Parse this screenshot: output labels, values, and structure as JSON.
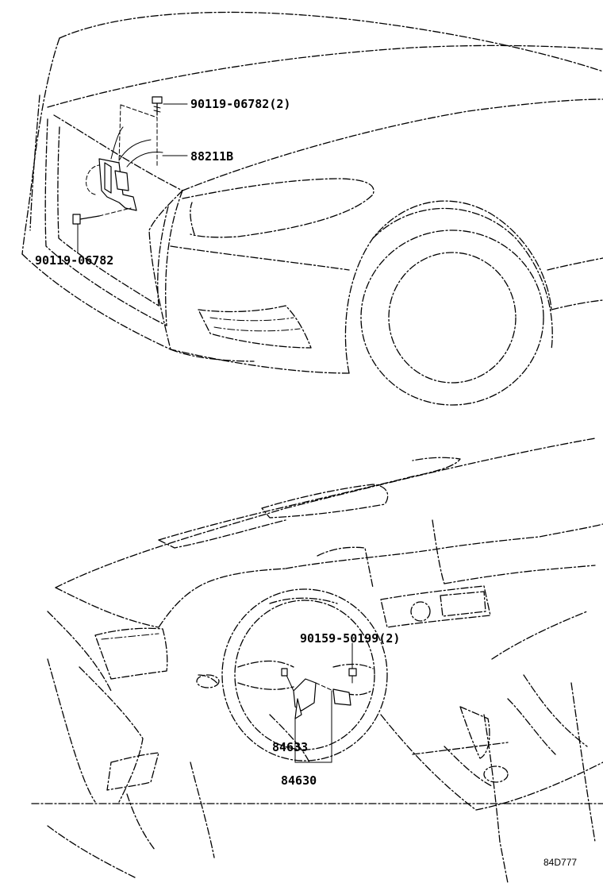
{
  "callouts": {
    "bolt_top": "90119-06782(2)",
    "sensor": "88211B",
    "bolt_left": "90119-06782",
    "screw": "90159-50199(2)",
    "switch": "84633",
    "switch_assy": "84630"
  },
  "illustration_code": "84D777",
  "icons": {
    "front": "car-front-illustration",
    "interior": "dashboard-interior-illustration"
  }
}
